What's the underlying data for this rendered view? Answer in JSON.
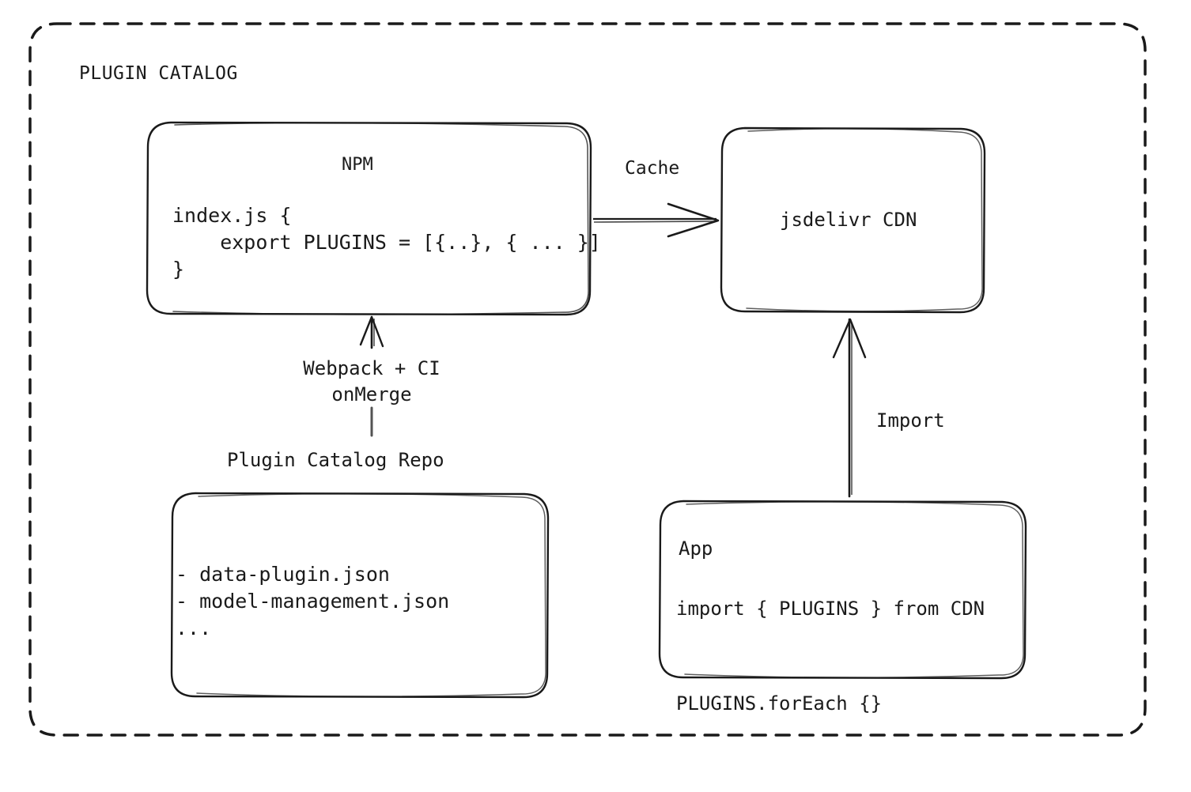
{
  "diagram": {
    "title": "PLUGIN CATALOG",
    "stroke_color": "#1a1a1a",
    "background_color": "#ffffff",
    "border_style": "dashed"
  },
  "nodes": {
    "npm": {
      "title": "NPM",
      "code": "index.js {\n    export PLUGINS = [{..}, { ... }]\n}"
    },
    "cdn": {
      "title": "jsdelivr CDN"
    },
    "repo": {
      "label": "Plugin Catalog Repo",
      "files": "- data-plugin.json\n- model-management.json\n..."
    },
    "app": {
      "title": "App",
      "code": "import { PLUGINS } from CDN\n\nPLUGINS.forEach {}"
    }
  },
  "edges": {
    "cache": {
      "label": "Cache",
      "from": "npm",
      "to": "cdn"
    },
    "build": {
      "label": "Webpack + CI\nonMerge",
      "from": "repo",
      "to": "npm"
    },
    "import": {
      "label": "Import",
      "from": "app",
      "to": "cdn"
    }
  }
}
